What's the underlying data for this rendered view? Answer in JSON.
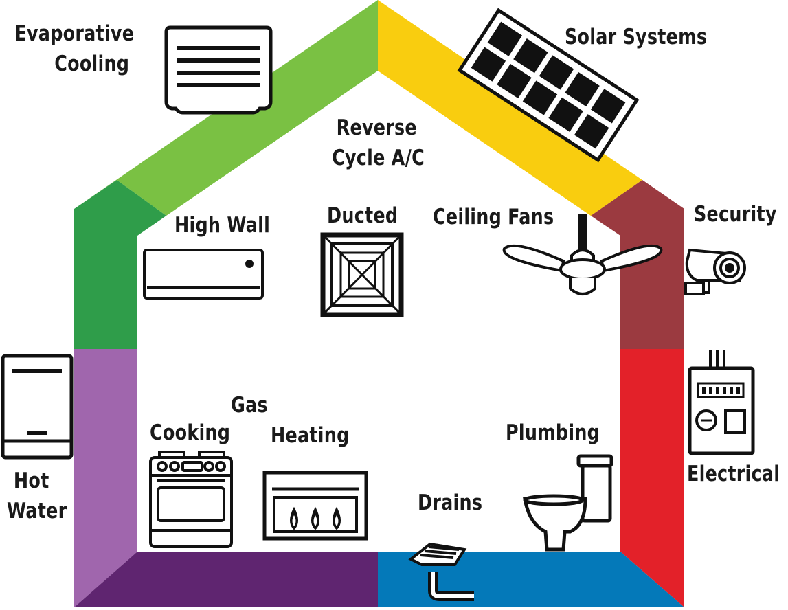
{
  "colors": {
    "roof_left": "#7ac143",
    "roof_right": "#f9cd0f",
    "wall_left_upper": "#2f9d4a",
    "wall_left_lower": "#a066ad",
    "wall_right_upper": "#9b3a40",
    "wall_right_lower": "#e32129",
    "floor_left": "#5f2570",
    "floor_right": "#0479b9",
    "text": "#1a1a1a",
    "icon": "#111111"
  },
  "labels": {
    "evaporative_cooling": [
      "Evaporative",
      "Cooling"
    ],
    "solar_systems": "Solar Systems",
    "reverse_cycle": [
      "Reverse",
      "Cycle A/C"
    ],
    "high_wall": "High Wall",
    "ducted": "Ducted",
    "ceiling_fans": "Ceiling Fans",
    "security": "Security",
    "hot_water": [
      "Hot",
      "Water"
    ],
    "gas": "Gas",
    "cooking": "Cooking",
    "heating": "Heating",
    "plumbing": "Plumbing",
    "drains": "Drains",
    "electrical": "Electrical"
  },
  "icons": [
    "evaporative-cooler-icon",
    "solar-panel-icon",
    "high-wall-ac-icon",
    "ducted-vent-icon",
    "ceiling-fan-icon",
    "security-camera-icon",
    "hot-water-unit-icon",
    "gas-stove-icon",
    "gas-heater-icon",
    "toilet-icon",
    "floor-drain-icon",
    "switchboard-icon"
  ]
}
